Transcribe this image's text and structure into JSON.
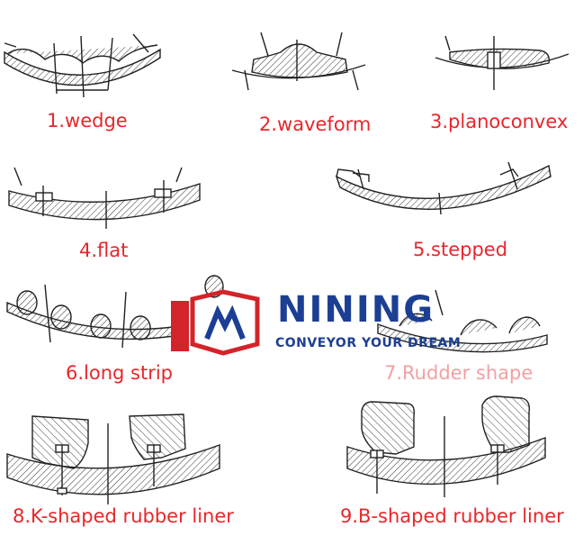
{
  "liners": [
    {
      "label": "1.wedge"
    },
    {
      "label": "2.waveform"
    },
    {
      "label": "3.planoconvex"
    },
    {
      "label": "4.flat"
    },
    {
      "label": "5.stepped"
    },
    {
      "label": "6.long strip"
    },
    {
      "label": "7.Rudder shape"
    },
    {
      "label": "8.K-shaped rubber liner"
    },
    {
      "label": "9.B-shaped rubber liner"
    }
  ],
  "watermark": {
    "brand": "NINING",
    "tagline": "CONVEYOR YOUR DREAM"
  },
  "colors": {
    "label": "#e8262b",
    "brand_blue": "#1c3f94",
    "brand_red": "#d4232a",
    "line": "#222222"
  }
}
